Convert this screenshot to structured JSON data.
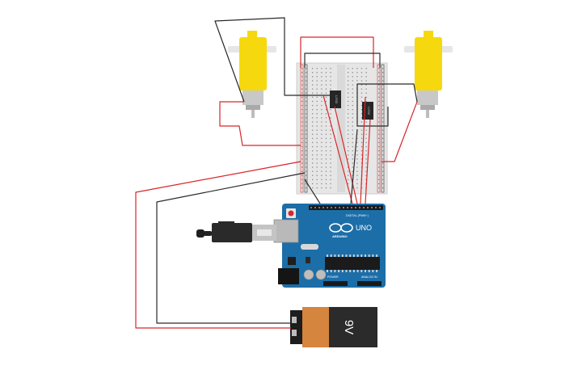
{
  "arduino": {
    "model_label": "UNO",
    "brand_label": "ARDUINO",
    "digital_header_label": "DIGITAL (PWM~)",
    "power_header_label": "POWER",
    "analog_header_label": "ANALOG IN"
  },
  "battery": {
    "voltage_label": "9V"
  },
  "motor_drivers": [
    {
      "label": "L293D"
    },
    {
      "label": "L293D"
    }
  ],
  "colors": {
    "wire_red": "#d9262b",
    "wire_black": "#2a2a2a",
    "board_blue": "#1c6ea8",
    "motor_yellow": "#f6d80e",
    "battery_copper": "#d5853d",
    "battery_black": "#2b2b2b",
    "breadboard": "#e4e4e4"
  }
}
